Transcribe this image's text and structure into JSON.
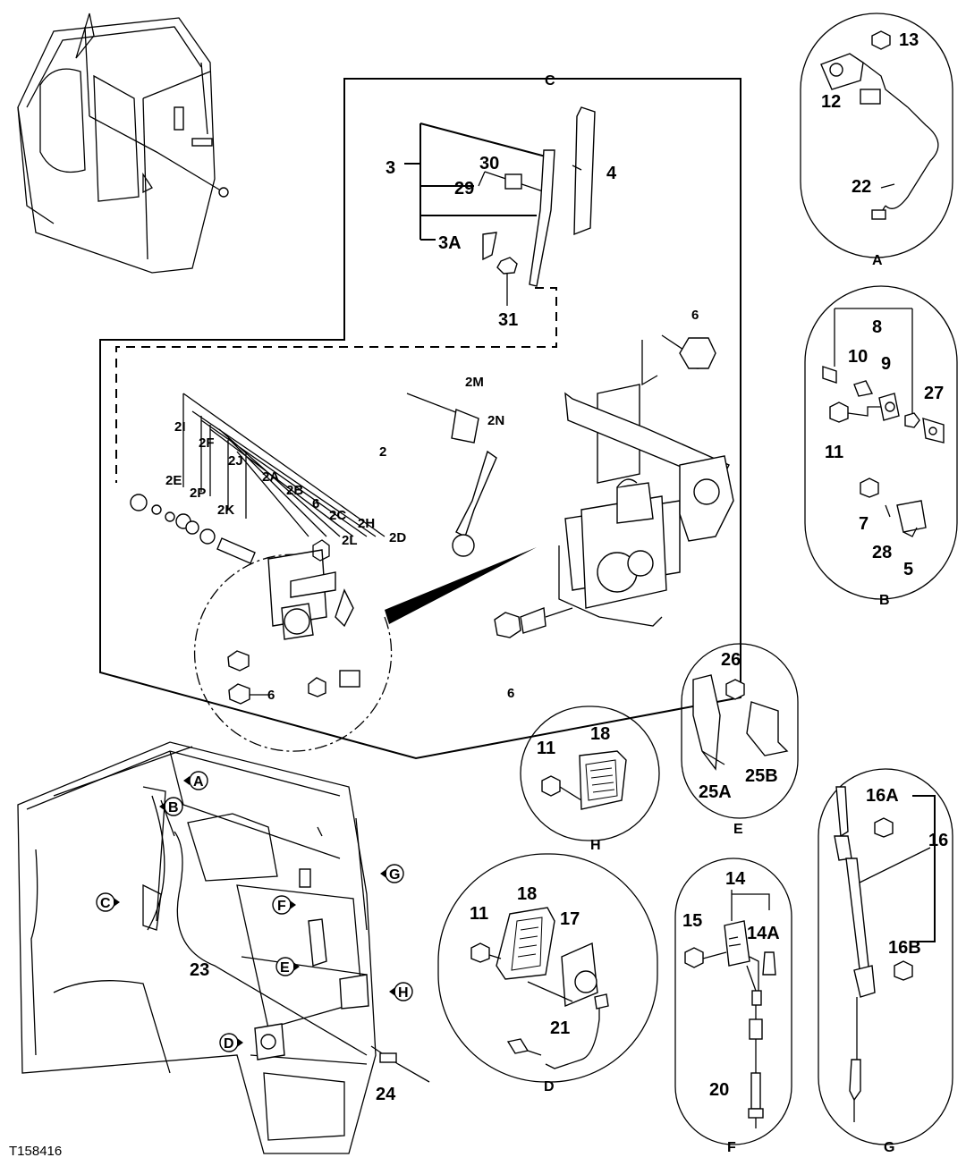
{
  "figure_id": "T158416",
  "panels": {
    "A": {
      "letter": "A",
      "parts": [
        "13",
        "12",
        "22"
      ]
    },
    "B": {
      "letter": "B",
      "parts": [
        "8",
        "10",
        "9",
        "27",
        "11",
        "7",
        "28",
        "5"
      ]
    },
    "C": {
      "letter": "C",
      "parts": [
        "3",
        "30",
        "29",
        "4",
        "3A",
        "31",
        "6",
        "2M",
        "2N",
        "2I",
        "2F",
        "2E",
        "2P",
        "2J",
        "2K",
        "2A",
        "2B",
        "2C",
        "2H",
        "2L",
        "2D",
        "2",
        "6",
        "6",
        "6"
      ]
    },
    "D": {
      "letter": "D",
      "parts": [
        "11",
        "18",
        "17",
        "21"
      ]
    },
    "E": {
      "letter": "E",
      "parts": [
        "26",
        "25A",
        "25B"
      ]
    },
    "F": {
      "letter": "F",
      "parts": [
        "14",
        "15",
        "14A",
        "20"
      ]
    },
    "G": {
      "letter": "G",
      "parts": [
        "16A",
        "16",
        "16B"
      ]
    },
    "H": {
      "letter": "H",
      "parts": [
        "11",
        "18"
      ]
    }
  },
  "cab_callouts": [
    "A",
    "B",
    "C",
    "E",
    "F",
    "G",
    "H",
    "D"
  ],
  "cab_parts": [
    "23",
    "24"
  ]
}
